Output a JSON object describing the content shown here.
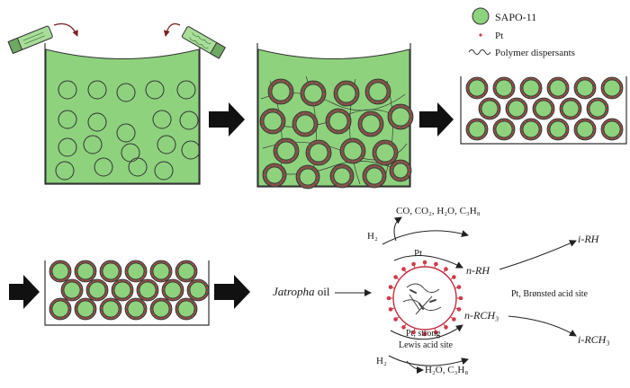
{
  "legend": {
    "sapo": "SAPO-11",
    "pt": "Pt",
    "dispersant": "Polymer dispersants"
  },
  "feed": {
    "name": "Jatropha",
    "suffix": " oil"
  },
  "reaction": {
    "top_products": "CO, CO₂, H₂O, C₃H₈",
    "h2_top": "H₂",
    "h2_bottom": "H₂",
    "bottom_products": "H₂O, C₃H₈",
    "pt_label": "Pt",
    "n_rh": "n-RH",
    "n_rch3": "n-RCH₃",
    "i_rh": "i-RH",
    "i_rch3": "i-RCH₃",
    "lewis_line1": "Pt, strong",
    "lewis_line2": "Lewis acid site",
    "bronsted": "Pt, Brønsted acid site"
  },
  "colors": {
    "sapo_green": "#8ed27e",
    "pt_red": "#d23a48",
    "outline": "#333333",
    "arrow": "#111111"
  }
}
